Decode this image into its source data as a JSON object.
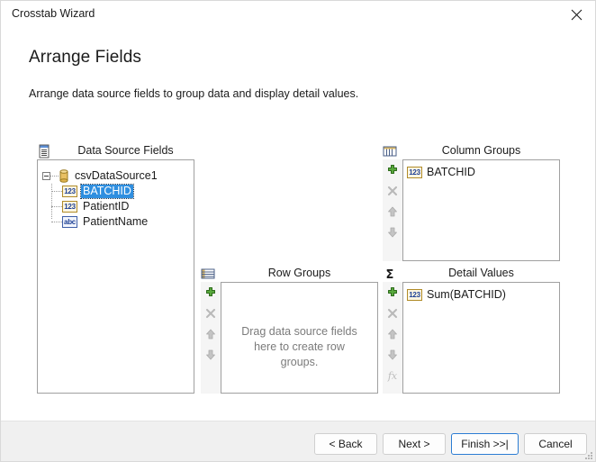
{
  "window": {
    "title": "Crosstab Wizard",
    "close_icon": "close-icon"
  },
  "header": {
    "title": "Arrange Fields",
    "subtitle": "Arrange data source fields to group data and display detail values."
  },
  "panels": {
    "data_source_fields": {
      "label": "Data Source Fields",
      "icon": "data-source-fields-icon",
      "tree": {
        "root": {
          "label": "csvDataSource1",
          "icon": "database-cylinder-icon",
          "expanded": true,
          "expander_icon": "collapse-minus-icon"
        },
        "children": [
          {
            "label": "BATCHID",
            "type": "123",
            "selected": true
          },
          {
            "label": "PatientID",
            "type": "123",
            "selected": false
          },
          {
            "label": "PatientName",
            "type": "abc",
            "selected": false
          }
        ]
      }
    },
    "column_groups": {
      "label": "Column Groups",
      "icon": "column-groups-icon",
      "items": [
        {
          "label": "BATCHID",
          "type": "123"
        }
      ],
      "placeholder": "",
      "toolbar": [
        {
          "name": "add-column-group-button",
          "icon": "plus-icon",
          "enabled": true
        },
        {
          "name": "remove-column-group-button",
          "icon": "cross-icon",
          "enabled": false
        },
        {
          "name": "move-column-group-up-button",
          "icon": "arrow-up-icon",
          "enabled": false
        },
        {
          "name": "move-column-group-down-button",
          "icon": "arrow-down-icon",
          "enabled": false
        }
      ]
    },
    "row_groups": {
      "label": "Row Groups",
      "icon": "row-groups-icon",
      "items": [],
      "placeholder": "Drag data source fields here to create row groups.",
      "toolbar": [
        {
          "name": "add-row-group-button",
          "icon": "plus-icon",
          "enabled": true
        },
        {
          "name": "remove-row-group-button",
          "icon": "cross-icon",
          "enabled": false
        },
        {
          "name": "move-row-group-up-button",
          "icon": "arrow-up-icon",
          "enabled": false
        },
        {
          "name": "move-row-group-down-button",
          "icon": "arrow-down-icon",
          "enabled": false
        }
      ]
    },
    "detail_values": {
      "label": "Detail Values",
      "icon": "sigma-icon",
      "items": [
        {
          "label": "Sum(BATCHID)",
          "type": "123"
        }
      ],
      "placeholder": "",
      "toolbar": [
        {
          "name": "add-detail-value-button",
          "icon": "plus-icon",
          "enabled": true
        },
        {
          "name": "remove-detail-value-button",
          "icon": "cross-icon",
          "enabled": false
        },
        {
          "name": "move-detail-value-up-button",
          "icon": "arrow-up-icon",
          "enabled": false
        },
        {
          "name": "move-detail-value-down-button",
          "icon": "arrow-down-icon",
          "enabled": false
        },
        {
          "name": "edit-expression-button",
          "icon": "fx-icon",
          "enabled": false
        }
      ]
    }
  },
  "footer": {
    "back_label": "< Back",
    "next_label": "Next >",
    "finish_label": "Finish >>|",
    "cancel_label": "Cancel"
  },
  "colors": {
    "selection_blue": "#2f8fe0",
    "accent_green": "#4a9e35",
    "default_button_border": "#2b7cd3",
    "footer_bg": "#f0f0f0"
  }
}
